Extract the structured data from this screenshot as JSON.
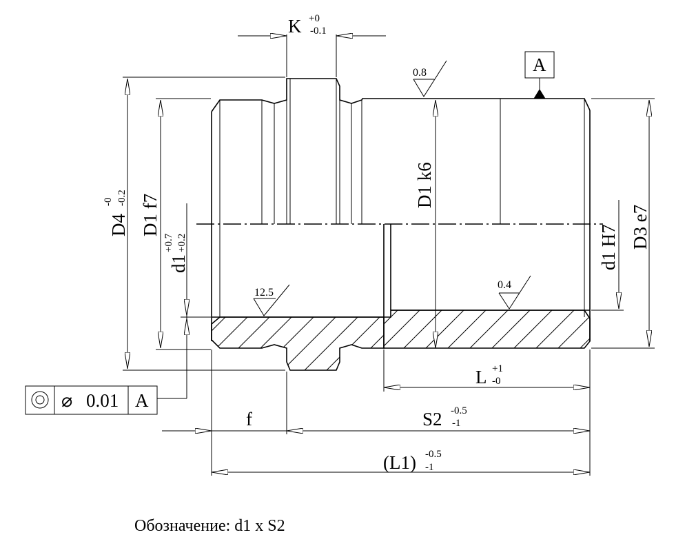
{
  "labels": {
    "K": "K",
    "K_tol_upper": "+0",
    "K_tol_lower": "-0.1",
    "D4": "D4",
    "D4_tol_upper": "-0",
    "D4_tol_lower": "-0.2",
    "D1_f7": "D1 f7",
    "d1": "d1",
    "d1_tol_upper": "+0.7",
    "d1_tol_lower": "+0.2",
    "D1_k6": "D1 k6",
    "d1_H7": "d1 H7",
    "D3_e7": "D3 e7",
    "L": "L",
    "L_tol_upper": "+1",
    "L_tol_lower": "-0",
    "f": "f",
    "S2": "S2",
    "S2_tol_upper": "-0.5",
    "S2_tol_lower": "-1",
    "L1": "(L1)",
    "L1_tol_upper": "-0.5",
    "L1_tol_lower": "-1"
  },
  "datum": {
    "letter": "A"
  },
  "roughness": {
    "outer": "0.8",
    "inner": "0.4",
    "face": "12.5"
  },
  "tolerance_frame": {
    "symbol": "concentricity-icon",
    "diameter": "⌀",
    "value": "0.01",
    "datum": "A"
  },
  "caption": "Обозначение:  d1 x S2"
}
